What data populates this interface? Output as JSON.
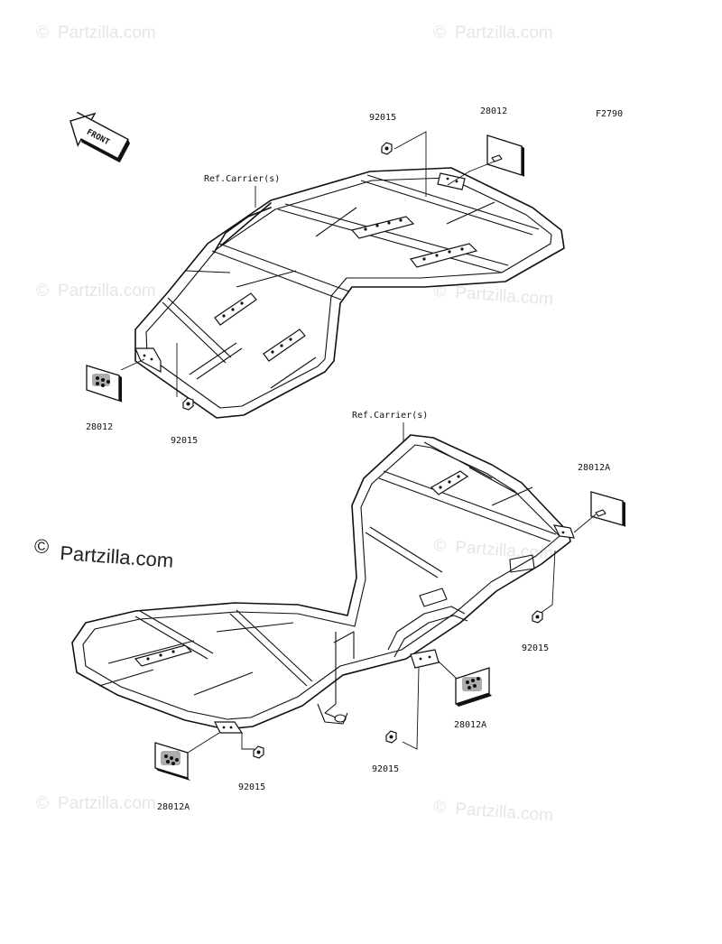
{
  "figure_code": "F2790",
  "front_arrow_text": "FRONT",
  "watermark_text": "Partzilla.com",
  "copyright_symbol": "©",
  "labels": {
    "top_ref_carrier": "Ref.Carrier(s)",
    "top_nut_upper": "92015",
    "top_reflector_upper": "28012",
    "top_reflector_lower": "28012",
    "top_nut_lower": "92015",
    "bottom_ref_carrier": "Ref.Carrier(s)",
    "bottom_reflector_right_upper": "28012A",
    "bottom_nut_right": "92015",
    "bottom_reflector_right_lower": "28012A",
    "bottom_nut_center": "92015",
    "bottom_nut_left": "92015",
    "bottom_reflector_left": "28012A"
  },
  "colors": {
    "line": "#111111",
    "watermark": "#e6e6e6",
    "reflector": "#333333"
  }
}
